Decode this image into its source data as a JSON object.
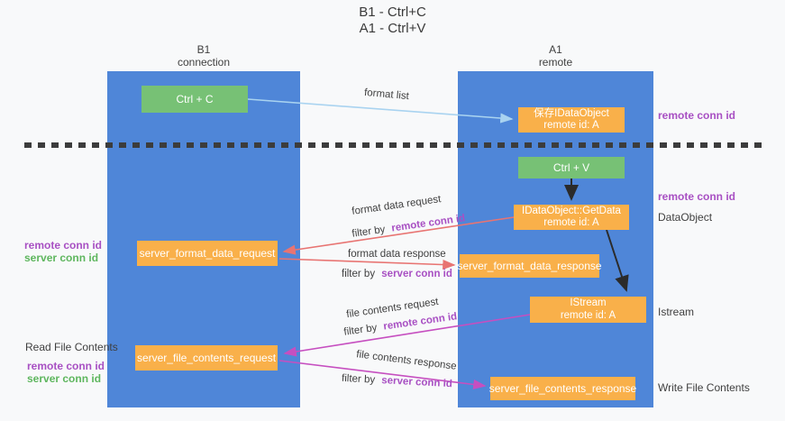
{
  "title": {
    "line1": "B1 - Ctrl+C",
    "line2": "A1 - Ctrl+V"
  },
  "lanes": {
    "left": {
      "name": "B1",
      "role": "connection"
    },
    "right": {
      "name": "A1",
      "role": "remote"
    }
  },
  "boxes": {
    "ctrl_c": {
      "label": "Ctrl + C"
    },
    "save_obj": {
      "line1": "保存IDataObject",
      "line2": "remote id: A"
    },
    "ctrl_v": {
      "label": "Ctrl + V"
    },
    "getdata": {
      "line1": "IDataObject::GetData",
      "line2": "remote id: A"
    },
    "format_request": {
      "label": "server_format_data_request"
    },
    "format_response": {
      "label": "server_format_data_response"
    },
    "istream": {
      "line1": "IStream",
      "line2": "remote id: A"
    },
    "file_request": {
      "label": "server_file_contents_request"
    },
    "file_response": {
      "label": "server_file_contents_response"
    }
  },
  "arrow_labels": {
    "format_list": "format list",
    "format_data_request": "format data request",
    "format_data_response": "format data response",
    "file_contents_request": "file contents request",
    "file_contents_response": "file contents response",
    "filter_by": "filter by",
    "remote_conn_id": "remote conn id",
    "server_conn_id": "server conn id"
  },
  "side_labels": {
    "left_top": {
      "remote": "remote conn id",
      "server": "server conn id"
    },
    "read_file": "Read File Contents",
    "left_bottom": {
      "remote": "remote conn id",
      "server": "server conn id"
    },
    "right_remote_1": "remote conn id",
    "right_remote_2": "remote conn id",
    "dataobject": "DataObject",
    "istream": "Istream",
    "write_file": "Write File Contents"
  },
  "colors": {
    "lane_blue": "#4f86d8",
    "box_green": "#77c175",
    "box_orange": "#f9b04a",
    "arrow_light_blue": "#a9d3f0",
    "arrow_red": "#e87472",
    "arrow_magenta": "#c64fc0",
    "arrow_black": "#2b2b2b",
    "text_purple": "#a850c3",
    "text_green": "#5eb65e",
    "dash_black": "#3c3c3c"
  }
}
